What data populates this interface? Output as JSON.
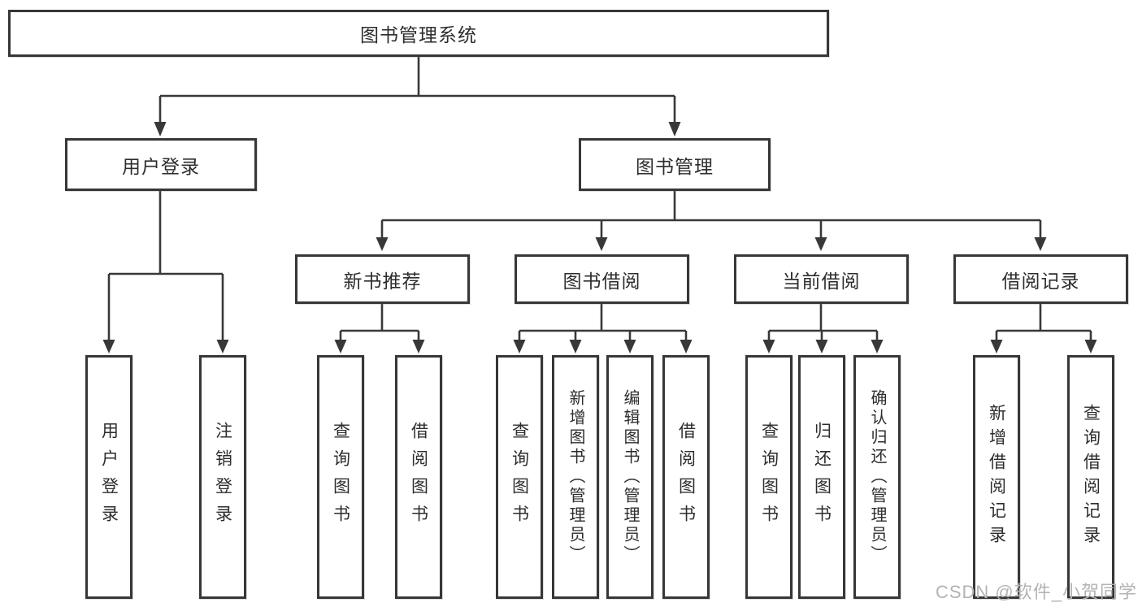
{
  "diagram": {
    "type": "hierarchy-tree",
    "watermark": "CSDN @软件_小贺同学",
    "colors": {
      "line": "#383838",
      "box_border": "#373737",
      "text": "#2d2d2d",
      "watermark": "#b3b3b3",
      "background": "#ffffff"
    },
    "root": {
      "label": "图书管理系统"
    },
    "branches": [
      {
        "label": "用户登录",
        "children": [
          {
            "label": "用户登录"
          },
          {
            "label": "注销登录"
          }
        ]
      },
      {
        "label": "图书管理",
        "sections": [
          {
            "label": "新书推荐",
            "children": [
              {
                "label": "查询图书"
              },
              {
                "label": "借阅图书"
              }
            ]
          },
          {
            "label": "图书借阅",
            "children": [
              {
                "label": "查询图书"
              },
              {
                "label": "新增图书（管理员）"
              },
              {
                "label": "编辑图书（管理员）"
              },
              {
                "label": "借阅图书"
              }
            ]
          },
          {
            "label": "当前借阅",
            "children": [
              {
                "label": "查询图书"
              },
              {
                "label": "归还图书"
              },
              {
                "label": "确认归还（管理员）"
              }
            ]
          },
          {
            "label": "借阅记录",
            "children": [
              {
                "label": "新增借阅记录"
              },
              {
                "label": "查询借阅记录"
              }
            ]
          }
        ]
      }
    ]
  }
}
